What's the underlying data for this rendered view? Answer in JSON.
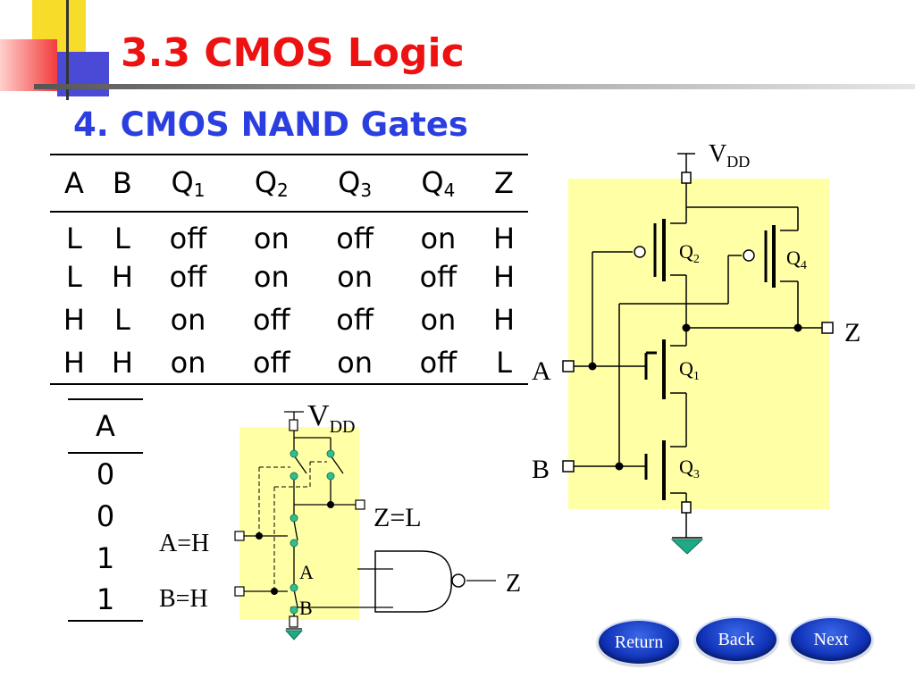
{
  "title": "3.3 CMOS Logic",
  "subtitle": "4. CMOS NAND Gates",
  "truth_table": {
    "headers": [
      {
        "main": "A",
        "sub": ""
      },
      {
        "main": "B",
        "sub": ""
      },
      {
        "main": "Q",
        "sub": "1"
      },
      {
        "main": "Q",
        "sub": "2"
      },
      {
        "main": "Q",
        "sub": "3"
      },
      {
        "main": "Q",
        "sub": "4"
      },
      {
        "main": "Z",
        "sub": ""
      }
    ],
    "rows": [
      [
        "L",
        "L",
        "off",
        "on",
        "off",
        "on",
        "H"
      ],
      [
        "L",
        "H",
        "off",
        "on",
        "on",
        "off",
        "H"
      ],
      [
        "H",
        "L",
        "on",
        "off",
        "off",
        "on",
        "H"
      ],
      [
        "H",
        "H",
        "on",
        "off",
        "on",
        "off",
        "L"
      ]
    ]
  },
  "a_table": {
    "header": "A",
    "values": [
      "0",
      "0",
      "1",
      "1"
    ]
  },
  "main_circuit": {
    "vdd": {
      "main": "V",
      "sub": "DD"
    },
    "q1": {
      "main": "Q",
      "sub": "1"
    },
    "q2": {
      "main": "Q",
      "sub": "2"
    },
    "q3": {
      "main": "Q",
      "sub": "3"
    },
    "q4": {
      "main": "Q",
      "sub": "4"
    },
    "input_a": "A",
    "input_b": "B",
    "output_z": "Z"
  },
  "switch_circuit": {
    "vdd": {
      "main": "V",
      "sub": "DD"
    },
    "output": "Z=L",
    "input_a": "A=H",
    "input_b": "B=H"
  },
  "nand_gate": {
    "input_a": "A",
    "input_b": "B",
    "output": "Z"
  },
  "nav": {
    "return_label": "Return",
    "back_label": "Back",
    "next_label": "Next"
  },
  "colors": {
    "title": "#ee1111",
    "subtitle": "#2b3fe0",
    "panel": "#ffffa6",
    "button": "#1033b8",
    "ground": "#1faa85",
    "switch_node": "#2fbf8f"
  }
}
